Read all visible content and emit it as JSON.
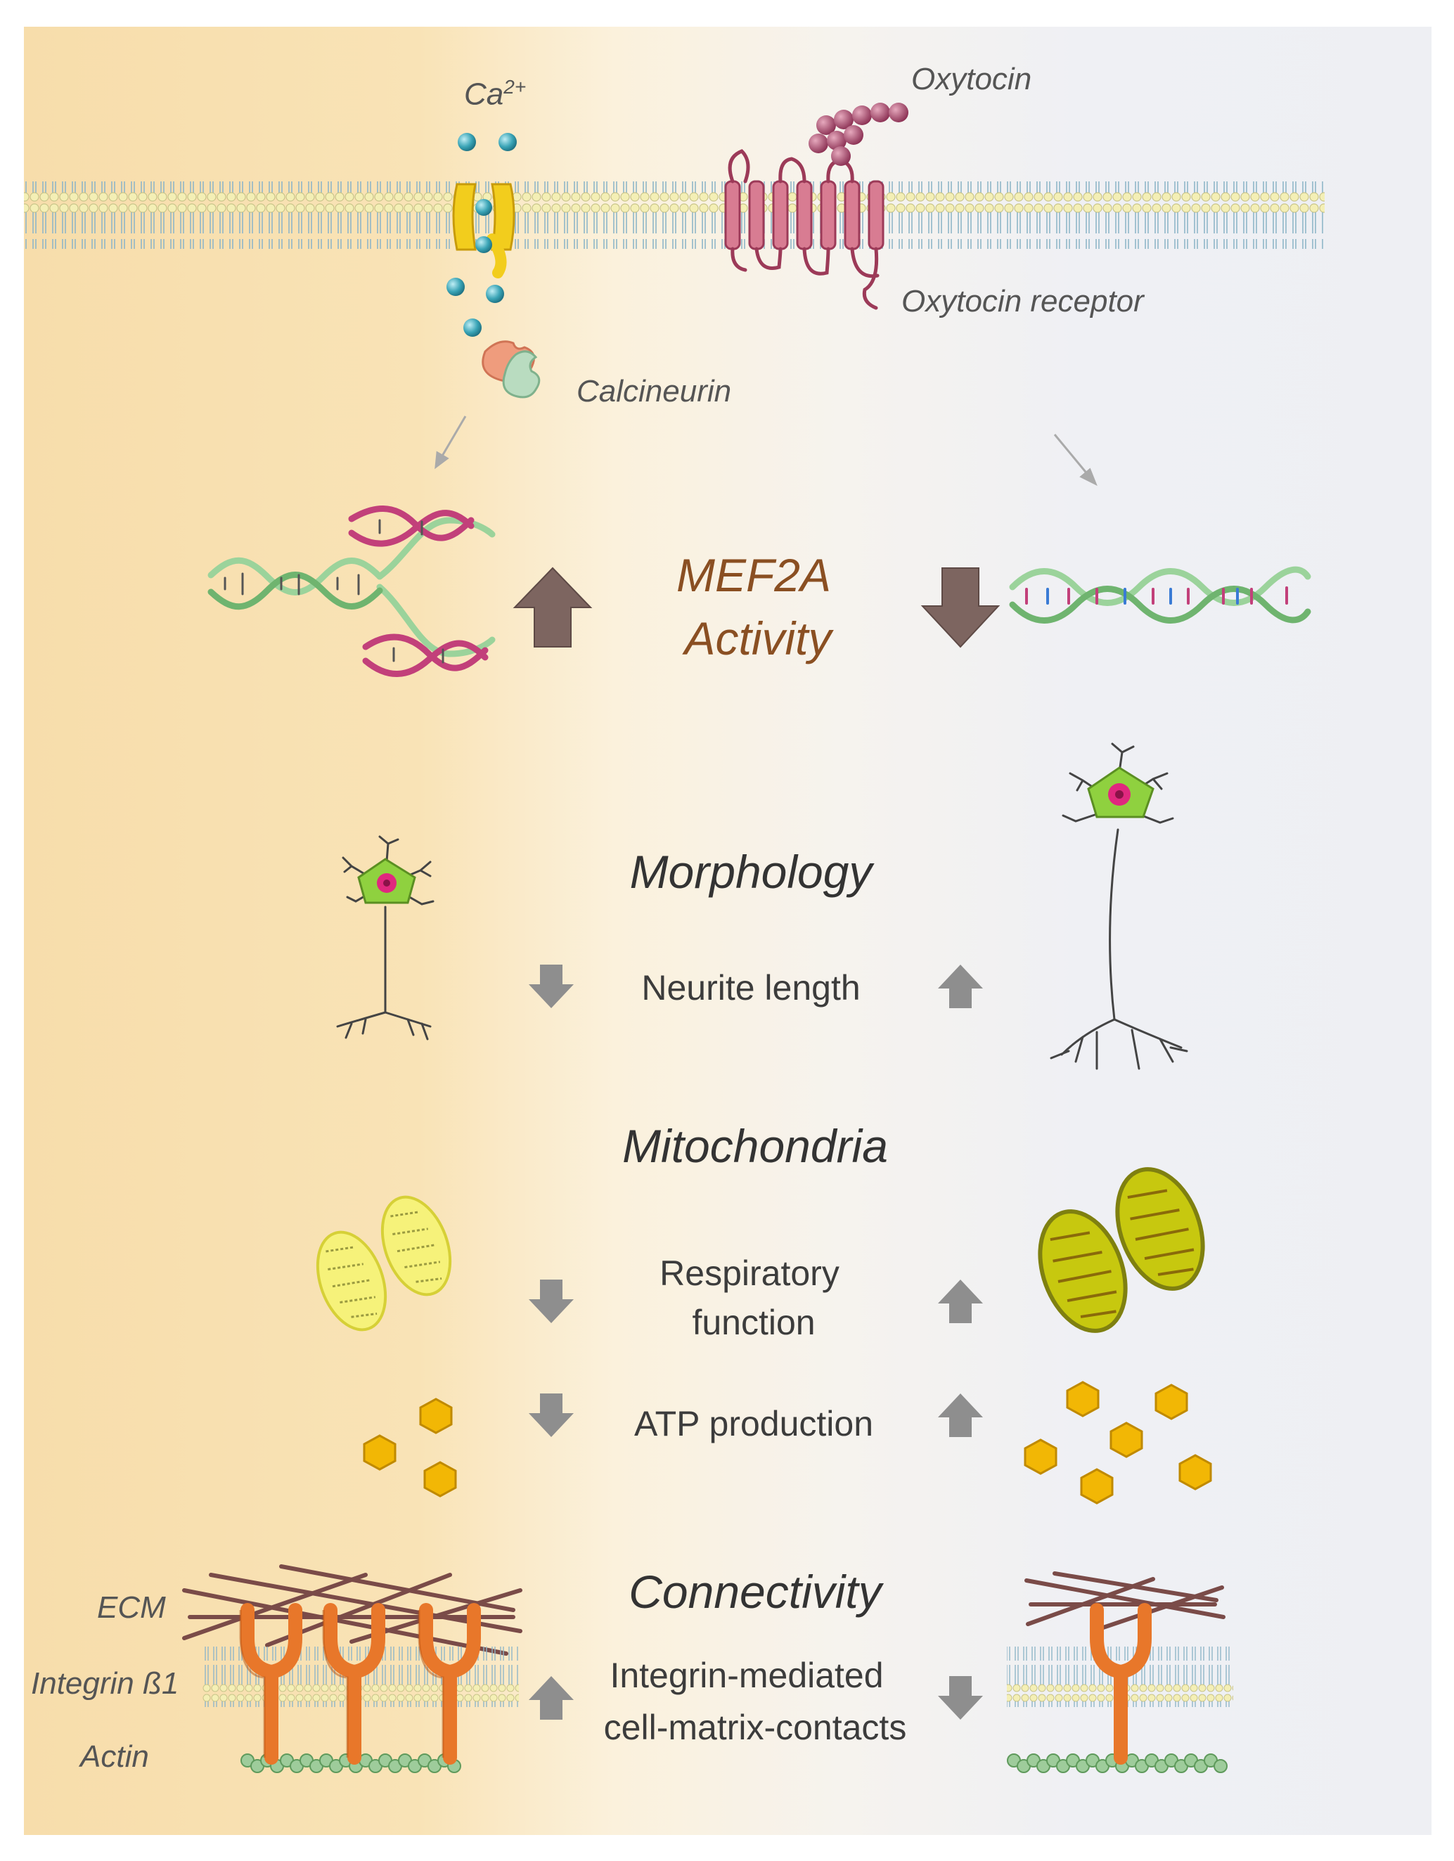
{
  "top": {
    "ca_label": "Ca",
    "ca_superscript": "2+",
    "oxytocin_label": "Oxytocin",
    "receptor_label": "Oxytocin receptor",
    "calcineurin_label": "Calcineurin"
  },
  "mef2a": {
    "line1": "MEF2A",
    "line2": "Activity"
  },
  "sections": {
    "morphology": {
      "title": "Morphology",
      "item1": "Neurite length"
    },
    "mitochondria": {
      "title": "Mitochondria",
      "item1_line1": "Respiratory",
      "item1_line2": "function",
      "item2": "ATP production"
    },
    "connectivity": {
      "title": "Connectivity",
      "item1_line1": "Integrin-mediated",
      "item1_line2": "cell-matrix-contacts",
      "ecm_label": "ECM",
      "integrin_label": "Integrin ß1",
      "actin_label": "Actin"
    }
  },
  "colors": {
    "mef_text": "#8a4f22",
    "big_arrow": "#7d6560",
    "small_arrow": "#8e8e8e",
    "integrin": "#e8772a",
    "ecm": "#7a4b48",
    "atp": "#f2b705",
    "dna_green": "#7fc97f",
    "dna_pink": "#c2407a"
  }
}
